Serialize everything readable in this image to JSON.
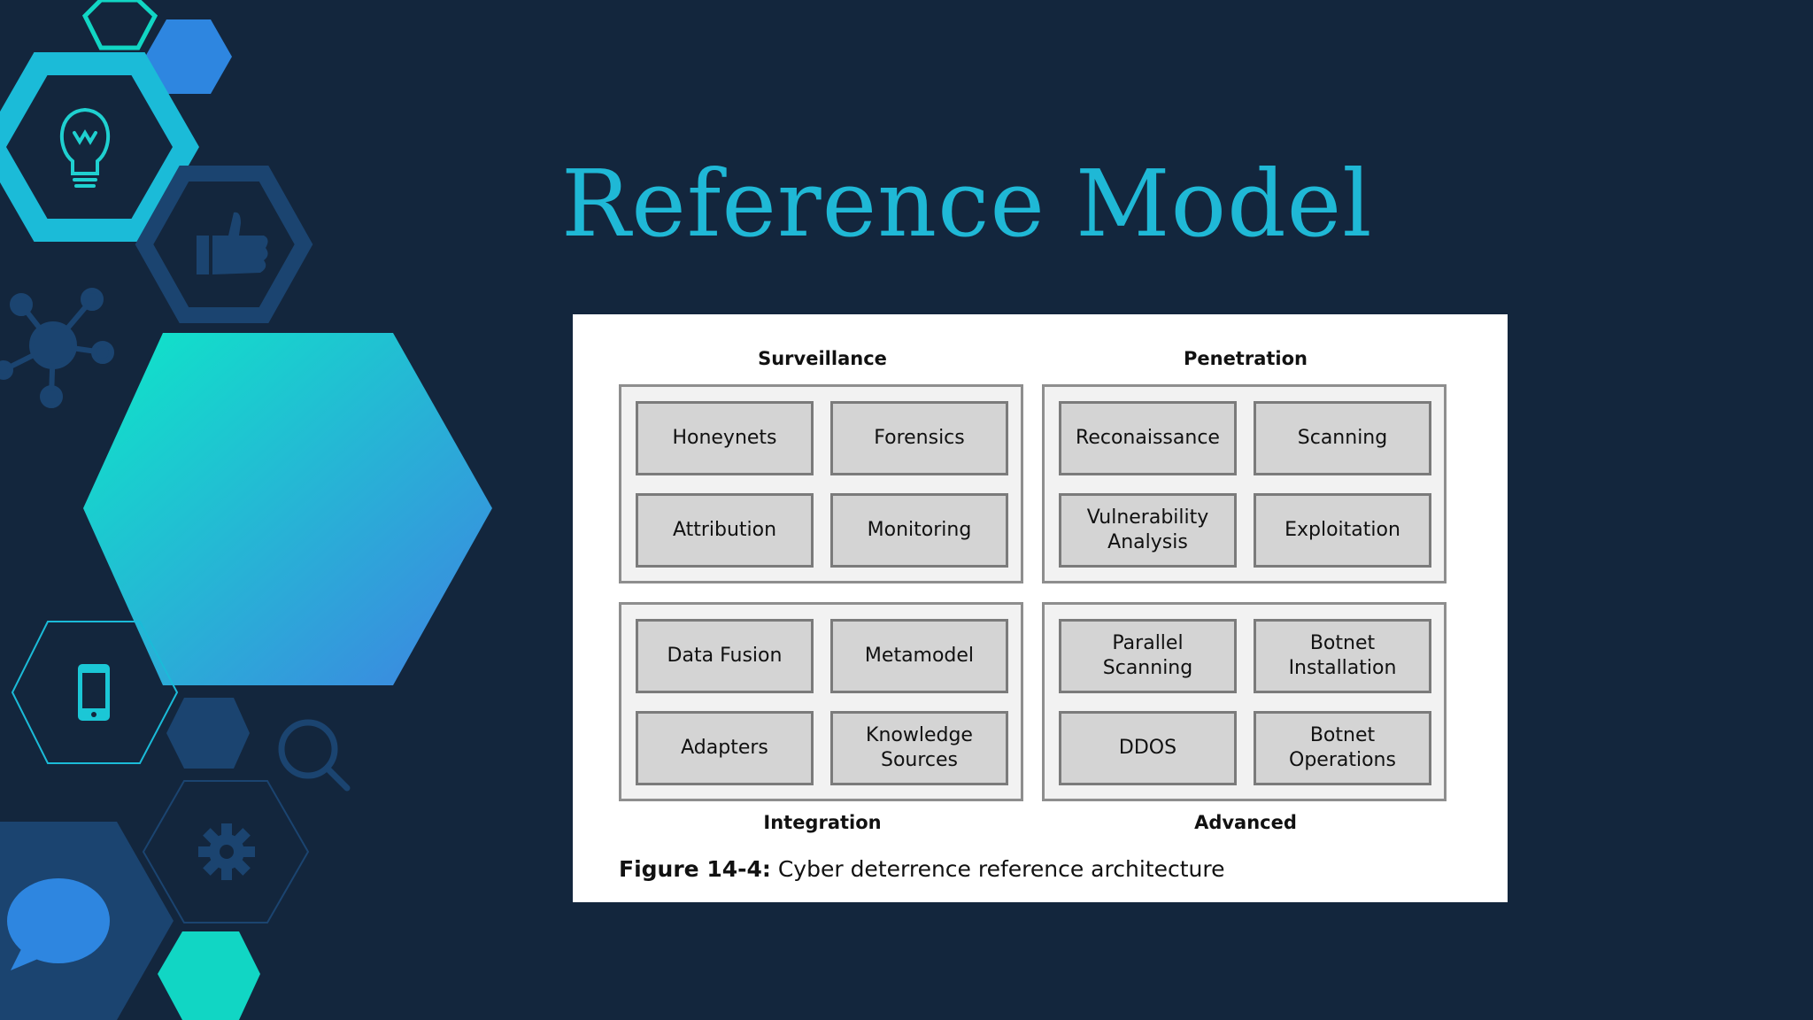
{
  "slide": {
    "title": "Reference Model",
    "colors": {
      "background": "#13263d",
      "title": "#1fb8d6",
      "hex_teal": "#11d6c4",
      "hex_blue": "#2e86e0",
      "hex_dark": "#1b4470"
    }
  },
  "decor_icons": [
    "lightbulb-icon",
    "thumbs-up-icon",
    "network-icon",
    "smartphone-icon",
    "magnifier-icon",
    "gear-icon",
    "speech-bubble-icon"
  ],
  "figure": {
    "groups": [
      {
        "label": "Surveillance",
        "cells": [
          "Honeynets",
          "Forensics",
          "Attribution",
          "Monitoring"
        ]
      },
      {
        "label": "Penetration",
        "cells": [
          "Reconaissance",
          "Scanning",
          "Vulnerability\nAnalysis",
          "Exploitation"
        ]
      },
      {
        "label": "Integration",
        "cells": [
          "Data Fusion",
          "Metamodel",
          "Adapters",
          "Knowledge\nSources"
        ]
      },
      {
        "label": "Advanced",
        "cells": [
          "Parallel\nScanning",
          "Botnet\nInstallation",
          "DDOS",
          "Botnet\nOperations"
        ]
      }
    ],
    "caption": {
      "prefix": "Figure 14-4:",
      "text": " Cyber deterrence reference architecture"
    }
  }
}
